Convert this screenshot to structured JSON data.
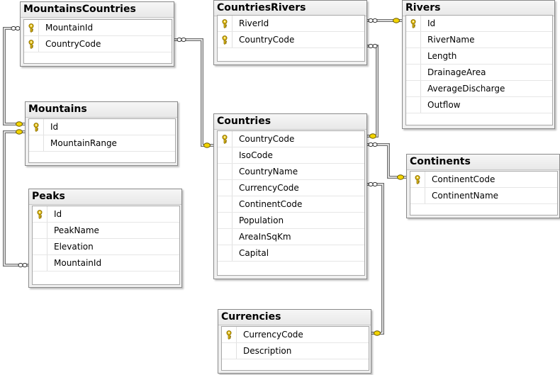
{
  "diagram": {
    "tables": [
      {
        "key": "mountains_countries",
        "title": "MountainsCountries",
        "columns": [
          {
            "name": "MountainId",
            "pk": true
          },
          {
            "name": "CountryCode",
            "pk": true
          }
        ]
      },
      {
        "key": "countries_rivers",
        "title": "CountriesRivers",
        "columns": [
          {
            "name": "RiverId",
            "pk": true
          },
          {
            "name": "CountryCode",
            "pk": true
          }
        ]
      },
      {
        "key": "rivers",
        "title": "Rivers",
        "columns": [
          {
            "name": "Id",
            "pk": true
          },
          {
            "name": "RiverName",
            "pk": false
          },
          {
            "name": "Length",
            "pk": false
          },
          {
            "name": "DrainageArea",
            "pk": false
          },
          {
            "name": "AverageDischarge",
            "pk": false
          },
          {
            "name": "Outflow",
            "pk": false
          }
        ]
      },
      {
        "key": "mountains",
        "title": "Mountains",
        "columns": [
          {
            "name": "Id",
            "pk": true
          },
          {
            "name": "MountainRange",
            "pk": false
          }
        ]
      },
      {
        "key": "countries",
        "title": "Countries",
        "columns": [
          {
            "name": "CountryCode",
            "pk": true
          },
          {
            "name": "IsoCode",
            "pk": false
          },
          {
            "name": "CountryName",
            "pk": false
          },
          {
            "name": "CurrencyCode",
            "pk": false
          },
          {
            "name": "ContinentCode",
            "pk": false
          },
          {
            "name": "Population",
            "pk": false
          },
          {
            "name": "AreaInSqKm",
            "pk": false
          },
          {
            "name": "Capital",
            "pk": false
          }
        ]
      },
      {
        "key": "continents",
        "title": "Continents",
        "columns": [
          {
            "name": "ContinentCode",
            "pk": true
          },
          {
            "name": "ContinentName",
            "pk": false
          }
        ]
      },
      {
        "key": "peaks",
        "title": "Peaks",
        "columns": [
          {
            "name": "Id",
            "pk": true
          },
          {
            "name": "PeakName",
            "pk": false
          },
          {
            "name": "Elevation",
            "pk": false
          },
          {
            "name": "MountainId",
            "pk": false
          }
        ]
      },
      {
        "key": "currencies",
        "title": "Currencies",
        "columns": [
          {
            "name": "CurrencyCode",
            "pk": true
          },
          {
            "name": "Description",
            "pk": false
          }
        ]
      }
    ],
    "relationships": [
      {
        "from": "mountains_countries",
        "to": "mountains"
      },
      {
        "from": "mountains_countries",
        "to": "countries"
      },
      {
        "from": "countries_rivers",
        "to": "rivers"
      },
      {
        "from": "countries_rivers",
        "to": "countries"
      },
      {
        "from": "countries",
        "to": "continents"
      },
      {
        "from": "countries",
        "to": "currencies"
      },
      {
        "from": "peaks",
        "to": "mountains"
      }
    ],
    "colors": {
      "key_gold": "#e8c417",
      "key_outline": "#8a6d00",
      "line": "#6e6e6e",
      "one_end": "#f2d400"
    }
  }
}
